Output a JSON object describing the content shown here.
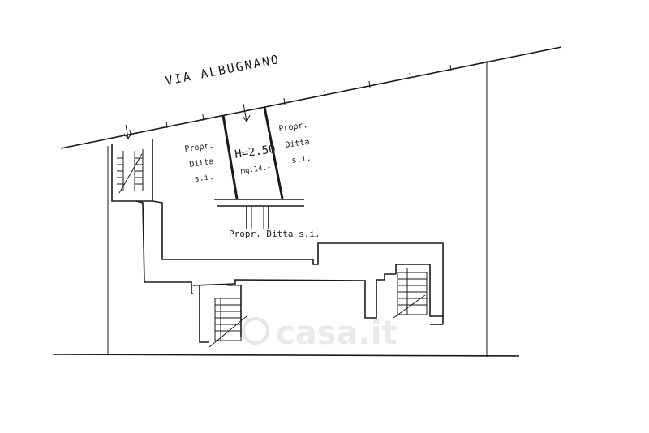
{
  "street_label": "VIA ALBUGNANO",
  "labels": {
    "owner_left_line1": "Propr.",
    "owner_left_line2": "Ditta",
    "owner_left_line3": "s.i.",
    "owner_right_line1": "Propr.",
    "owner_right_line2": "Ditta",
    "owner_right_line3": "s.i.",
    "height": "H=2.50",
    "area": "mq.14.-",
    "owner_bottom": "Propr. Ditta s.i."
  },
  "watermark": "casa.it"
}
